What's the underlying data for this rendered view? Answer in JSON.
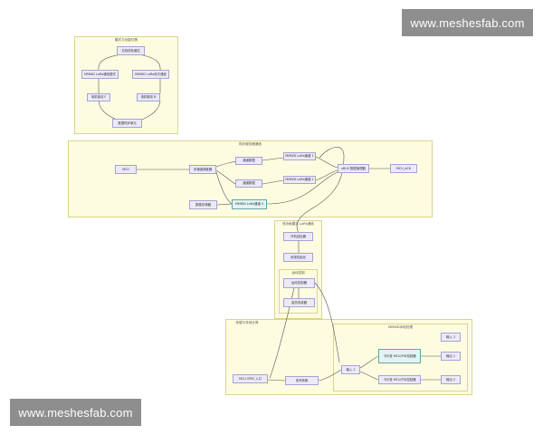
{
  "watermark": {
    "text": "www.meshesfab.com"
  },
  "clusters": {
    "a": {
      "title": "模式与功能切换"
    },
    "b": {
      "title": "同步服务器通信"
    },
    "c": {
      "title": "低功耗模式 LoRa通信"
    },
    "c_inner": {
      "title": "运动控制"
    },
    "d": {
      "title": "传感与本地计算"
    },
    "d_inner": {
      "title": "MMWD本地处理"
    }
  },
  "nodes": {
    "a1": "无线信标遥控",
    "a2": "MMWD LoRa通信模式",
    "a3": "MMWD LoRa电平通信",
    "a4": "电机驱动 F",
    "a5": "电机驱动 B",
    "a6": "数据同步单元",
    "b1": "MCU",
    "b2": "多通道调度器",
    "b3": "通道数据",
    "b4": "MMWD LoRa通道 1",
    "b5": "通道数据",
    "b6": "MMWD LoRa通道 2",
    "b7": "MMWD LoRa通道 3",
    "b8": "数据存储器",
    "b9": "sBUS 数据管理器",
    "b10": "MCU_ACK",
    "c1": "开机自检器",
    "c2": "系统初始化",
    "c3": "运动控制器",
    "c4": "姿态传感器",
    "d1": "MCU GPIO 入口",
    "d2": "信号转换",
    "d3": "输入 1",
    "d4": "卡尔曼 MCU/PID控制器",
    "d5": "卡尔曼 MCU/PID控制器",
    "d6": "输入 2",
    "d7": "输出 1",
    "d8": "输出 2"
  }
}
